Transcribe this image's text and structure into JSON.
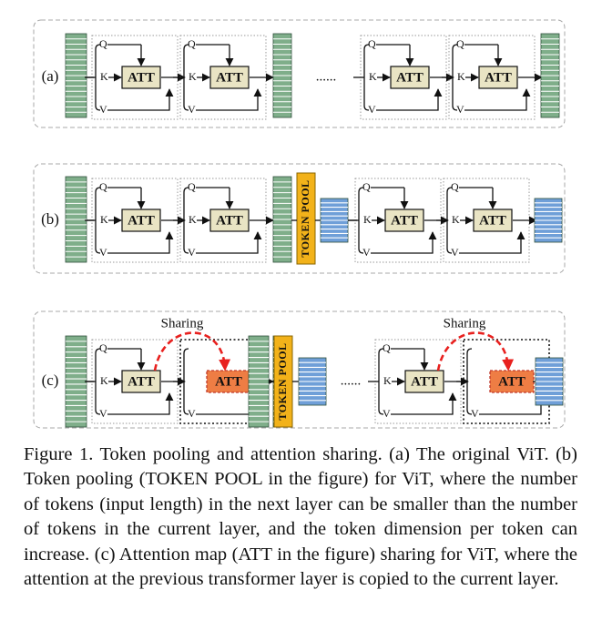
{
  "panels": [
    {
      "label": "(a)"
    },
    {
      "label": "(b)"
    },
    {
      "label": "(c)"
    }
  ],
  "att_label": "ATT",
  "q_label": "Q",
  "k_label": "K",
  "v_label": "V",
  "ellipsis": "......",
  "token_pool_label": "TOKEN POOL",
  "sharing_label": "Sharing",
  "caption": "Figure 1. Token pooling and attention sharing. (a) The original ViT. (b) Token pooling (TOKEN POOL in the figure) for ViT, where the number of tokens (input length) in the next layer can be smaller than the number of tokens in the current layer, and the token dimension per token can increase. (c) Attention map (ATT in the figure) sharing for ViT, where the attention at the previous transformer layer is copied to the current layer.",
  "colors": {
    "green_tokens": "#7fae8a",
    "blue_tokens": "#6f9fd8",
    "att_box": "#e9e4c4",
    "att_shared": "#ee7d44",
    "token_pool": "#f2b21a",
    "sharing_arrow": "#e8201e"
  }
}
